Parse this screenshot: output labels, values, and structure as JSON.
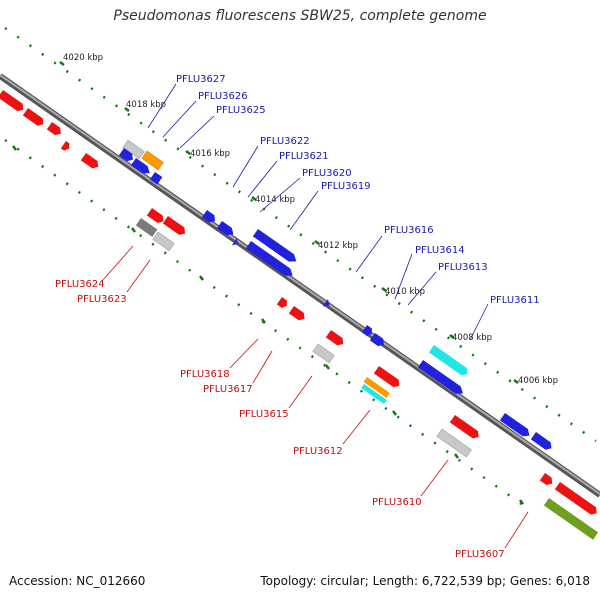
{
  "title": "Pseudomonas fluorescens SBW25, complete genome",
  "footer": {
    "accession": "Accession: NC_012660",
    "info": "Topology: circular; Length: 6,722,539 bp; Genes: 6,018"
  },
  "colors": {
    "forward": "#2222dd",
    "reverse": "#ee1111",
    "gray": "#c8c8c8",
    "darkgray": "#7a7a7a",
    "orange": "#ff9900",
    "cyan": "#22e5e5",
    "olive": "#6f9f1f",
    "tick": "#117711",
    "backbone": "#777777"
  },
  "kbp_labels": [
    "4020 kbp",
    "4018 kbp",
    "4016 kbp",
    "4014 kbp",
    "4012 kbp",
    "4010 kbp",
    "4008 kbp",
    "4006 kbp"
  ],
  "top_labels": [
    "PFLU3627",
    "PFLU3626",
    "PFLU3625",
    "PFLU3622",
    "PFLU3621",
    "PFLU3620",
    "PFLU3619",
    "PFLU3616",
    "PFLU3614",
    "PFLU3613",
    "PFLU3611"
  ],
  "bottom_labels": [
    "PFLU3624",
    "PFLU3623",
    "PFLU3618",
    "PFLU3617",
    "PFLU3615",
    "PFLU3612",
    "PFLU3610",
    "PFLU3607"
  ]
}
